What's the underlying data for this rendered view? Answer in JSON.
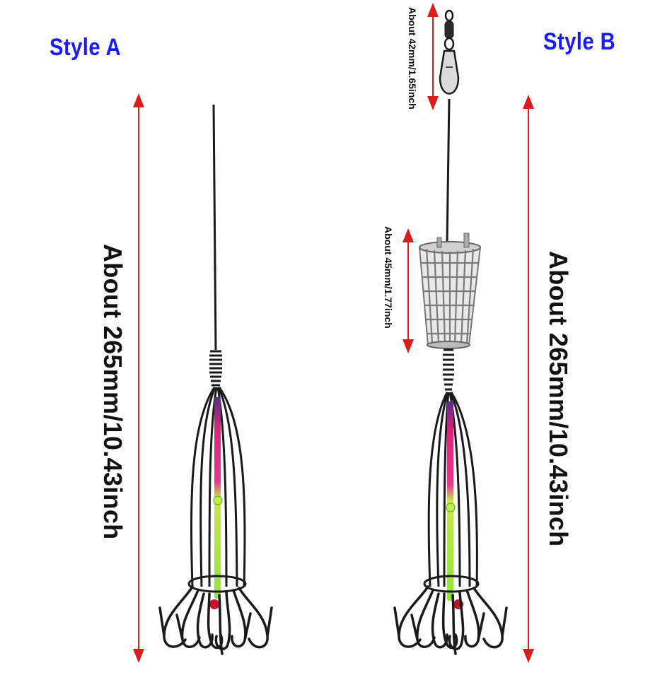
{
  "titles": {
    "style_a": "Style A",
    "style_b": "Style B"
  },
  "dimensions": {
    "a_length": "About 265mm/10.43inch",
    "b_length": "About 265mm/10.43inch",
    "b_swivel": "About 42mm/1.65inch",
    "b_cage": "About 45mm/1.77inch"
  },
  "colors": {
    "title": "#1a1aff",
    "arrow": "#d91c1c",
    "wire": "#1a1a1a",
    "tube_pink": "#d8257a",
    "tube_green": "#8fe33a",
    "bead_red": "#c8102e",
    "cage_metal": "#9a9a9a"
  }
}
